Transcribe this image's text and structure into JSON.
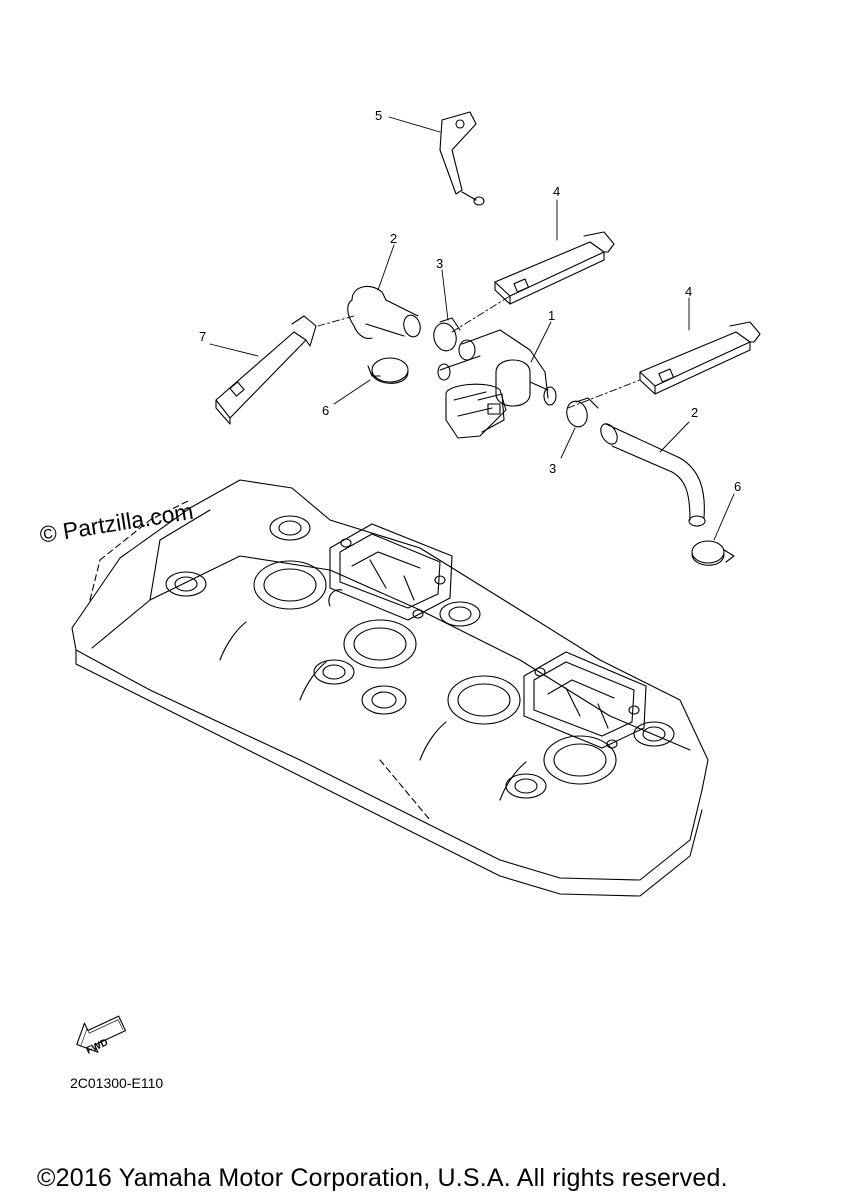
{
  "watermark": "© Partzilla.com",
  "diagram_code": "2C01300-E110",
  "copyright": "©2016 Yamaha Motor Corporation, U.S.A. All rights reserved.",
  "fwd_label": "FWD",
  "callouts": {
    "c1": "1",
    "c2a": "2",
    "c2b": "2",
    "c3a": "3",
    "c3b": "3",
    "c4a": "4",
    "c4b": "4",
    "c5": "5",
    "c6a": "6",
    "c6b": "6",
    "c7": "7"
  }
}
